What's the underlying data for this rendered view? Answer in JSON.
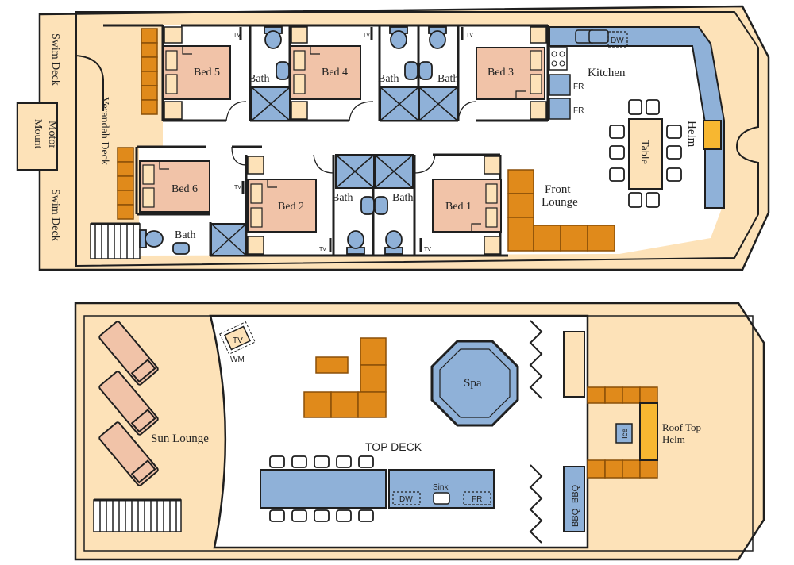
{
  "lower_deck": {
    "swim_deck_top": "Swim Deck",
    "motor_mount": "Motor Mount",
    "swim_deck_bottom": "Swim Deck",
    "verandah_deck": "Verandah Deck",
    "bedrooms": {
      "bed5": "Bed 5",
      "bed4": "Bed 4",
      "bed3": "Bed 3",
      "bed6": "Bed 6",
      "bed2": "Bed 2",
      "bed1": "Bed 1"
    },
    "bathrooms": {
      "bath_bed5": "Bath",
      "bath_bed4": "Bath",
      "bath_bed3": "Bath",
      "bath_bed6": "Bath",
      "bath_bed2": "Bath",
      "bath_bed1": "Bath"
    },
    "kitchen": "Kitchen",
    "dishwasher": "DW",
    "fridge_1": "FR",
    "fridge_2": "FR",
    "table": "Table",
    "helm": "Helm",
    "front_lounge_line1": "Front",
    "front_lounge_line2": "Lounge",
    "tv": "TV"
  },
  "top_deck": {
    "title": "TOP DECK",
    "spa": "Spa",
    "sun_lounge": "Sun Lounge",
    "tv": "TV",
    "wm": "WM",
    "sink": "Sink",
    "dishwasher": "DW",
    "fridge": "FR",
    "ice": "Ice",
    "bbq_1": "BBQ",
    "bbq_2": "BBQ",
    "roof_helm_line1": "Roof Top",
    "roof_helm_line2": "Helm"
  },
  "colors": {
    "hull": "#fde2b8",
    "wall": "#1f1f1f",
    "bed": "#f1c3a8",
    "pillow": "#fde2b8",
    "lounge": "#e08a1b",
    "lounge_dark": "#b96d0d",
    "fixture": "#8fb1d8",
    "helm": "#f7b731",
    "white": "#ffffff"
  }
}
